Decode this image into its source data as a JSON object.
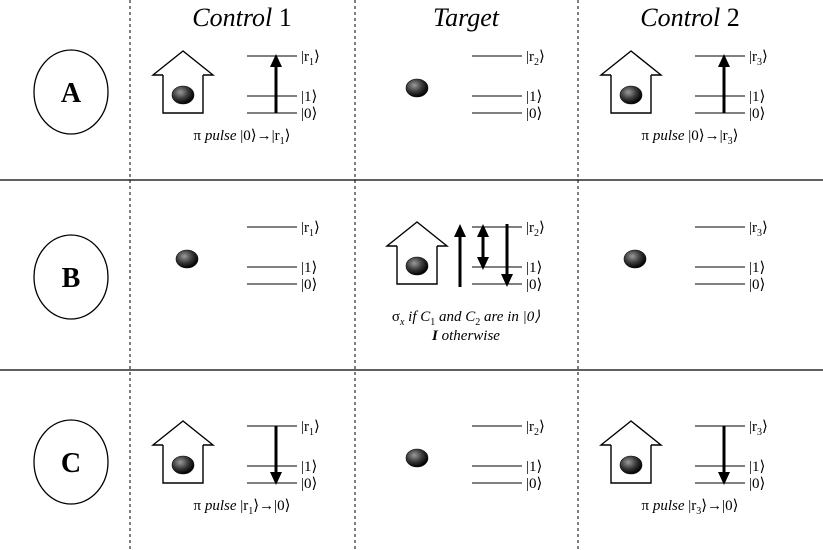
{
  "columns": [
    {
      "prefix": "Control",
      "num": " 1"
    },
    {
      "prefix": "Target",
      "num": ""
    },
    {
      "prefix": "Control",
      "num": " 2"
    }
  ],
  "rows": [
    {
      "label": "A",
      "cells": [
        {
          "house": true,
          "arrow": "up",
          "r_label": "|r",
          "r_sub": "1",
          "one": "|1⟩",
          "zero": "|0⟩",
          "caption": {
            "pi": "π ",
            "pulse": "pulse",
            "tail": " |0⟩→|r",
            "sub": "1",
            "end": "⟩"
          }
        },
        {
          "house": false,
          "arrow": "none",
          "r_label": "|r",
          "r_sub": "2",
          "one": "|1⟩",
          "zero": "|0⟩"
        },
        {
          "house": true,
          "arrow": "up",
          "r_label": "|r",
          "r_sub": "3",
          "one": "|1⟩",
          "zero": "|0⟩",
          "caption": {
            "pi": "π ",
            "pulse": "pulse",
            "tail": " |0⟩→|r",
            "sub": "3",
            "end": "⟩"
          }
        }
      ]
    },
    {
      "label": "B",
      "cells": [
        {
          "house": false,
          "arrow": "none",
          "r_label": "|r",
          "r_sub": "1",
          "one": "|1⟩",
          "zero": "|0⟩"
        },
        {
          "house": true,
          "arrow": "triple",
          "r_label": "|r",
          "r_sub": "2",
          "one": "|1⟩",
          "zero": "|0⟩",
          "caption": {
            "sigma": "σ",
            "sigma_sub": "x",
            "line1a": " if C",
            "c1sub": "1",
            "line1b": " and C",
            "c2sub": "2",
            "line1c": " are in |0⟩",
            "line2a": "I",
            "line2b": " otherwise"
          }
        },
        {
          "house": false,
          "arrow": "none",
          "r_label": "|r",
          "r_sub": "3",
          "one": "|1⟩",
          "zero": "|0⟩"
        }
      ]
    },
    {
      "label": "C",
      "cells": [
        {
          "house": true,
          "arrow": "down",
          "r_label": "|r",
          "r_sub": "1",
          "one": "|1⟩",
          "zero": "|0⟩",
          "caption": {
            "pi": "π ",
            "pulse": "pulse",
            "tail": " |r",
            "sub": "1",
            "end": "⟩→|0⟩"
          }
        },
        {
          "house": false,
          "arrow": "none",
          "r_label": "|r",
          "r_sub": "2",
          "one": "|1⟩",
          "zero": "|0⟩"
        },
        {
          "house": true,
          "arrow": "down",
          "r_label": "|r",
          "r_sub": "3",
          "one": "|1⟩",
          "zero": "|0⟩",
          "caption": {
            "pi": "π ",
            "pulse": "pulse",
            "tail": " |r",
            "sub": "3",
            "end": "⟩→|0⟩"
          }
        }
      ]
    }
  ]
}
